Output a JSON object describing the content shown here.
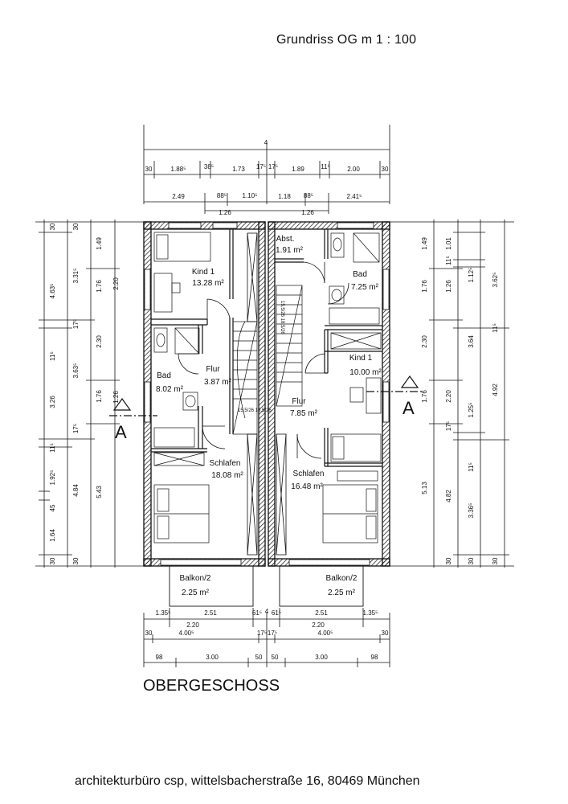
{
  "header": {
    "title": "Grundriss OG  m 1 : 100"
  },
  "footer": {
    "address": "architekturbüro csp, wittelsbacherstraße 16, 80469 München"
  },
  "floor": {
    "title": "OBERGESCHOSS"
  },
  "rooms": {
    "kind1_left": {
      "name": "Kind 1",
      "area": "13.28 m²"
    },
    "bad_left": {
      "name": "Bad",
      "area": "8.02 m²"
    },
    "flur_left": {
      "name": "Flur",
      "area": "3.87 m²"
    },
    "schlafen_left": {
      "name": "Schlafen",
      "area": "18.08 m²"
    },
    "abst": {
      "name": "Abst.",
      "area": "1.91 m²"
    },
    "bad_right": {
      "name": "Bad",
      "area": "7.25 m²"
    },
    "kind1_right": {
      "name": "Kind 1",
      "area": "10.00 m²"
    },
    "flur_right": {
      "name": "Flur",
      "area": "7.85 m²"
    },
    "schlafen_right": {
      "name": "Schlafen",
      "area": "16.48 m²"
    },
    "balkon_left": {
      "name": "Balkon/2",
      "area": "2.25 m²"
    },
    "balkon_right": {
      "name": "Balkon/2",
      "area": "2.25 m²"
    }
  },
  "section": {
    "left": "A",
    "right": "A"
  },
  "stairs": {
    "left": "15,5/26 18,5/26",
    "right": "15,5/26 18,5/26"
  },
  "dims": {
    "top_total": "4",
    "top_row1": [
      "30",
      "1.88⁵",
      "38⁵",
      "1.73",
      "17⁵",
      "17⁵",
      "1.89",
      "11⁵",
      "2.00",
      "30"
    ],
    "top_row2": [
      "2.49",
      "88⁵",
      "1.10⁵",
      "1.18",
      "88⁵",
      "2.41⁵"
    ],
    "top_row3": [
      "1.26",
      "1.26"
    ],
    "bot_row1": [
      "1.35⁵",
      "2.51",
      "61⁵",
      "4",
      "61⁵",
      "2.51",
      "1.35⁵"
    ],
    "bot_row2": [
      "2.20",
      "2.20"
    ],
    "bot_row3": [
      "30",
      "4.00⁵",
      "17⁵",
      "17⁵",
      "4.00⁵",
      "30"
    ],
    "bot_row4": [
      "98",
      "3.00",
      "50",
      "50",
      "3.00",
      "98"
    ],
    "left_c1": [
      "30",
      "4.63⁵",
      "11⁵",
      "3.26",
      "11⁵",
      "1.92⁵",
      "45",
      "1.64",
      "30"
    ],
    "left_c2": [
      "30",
      "3.31⁵",
      "17⁵",
      "3.63⁵",
      "17⁵",
      "4.84",
      "30"
    ],
    "left_c3": [
      "1.49",
      "1.76",
      "2.30",
      "1.76",
      "5.43"
    ],
    "left_c4": [
      "2.20",
      "1.26"
    ],
    "right_c1": [
      "1.49",
      "1.76",
      "2.30",
      "1.76",
      "5.13"
    ],
    "right_c2": [
      "1.01",
      "11⁵",
      "1.26",
      "2.20",
      "17⁵",
      "4.82",
      "30"
    ],
    "right_c3": [
      "1.12⁵",
      "3.64",
      "1.25⁵",
      "11⁵",
      "3.36⁵",
      "30"
    ],
    "right_c4": [
      "3.62⁵",
      "11⁵",
      "4.92",
      "30"
    ]
  }
}
